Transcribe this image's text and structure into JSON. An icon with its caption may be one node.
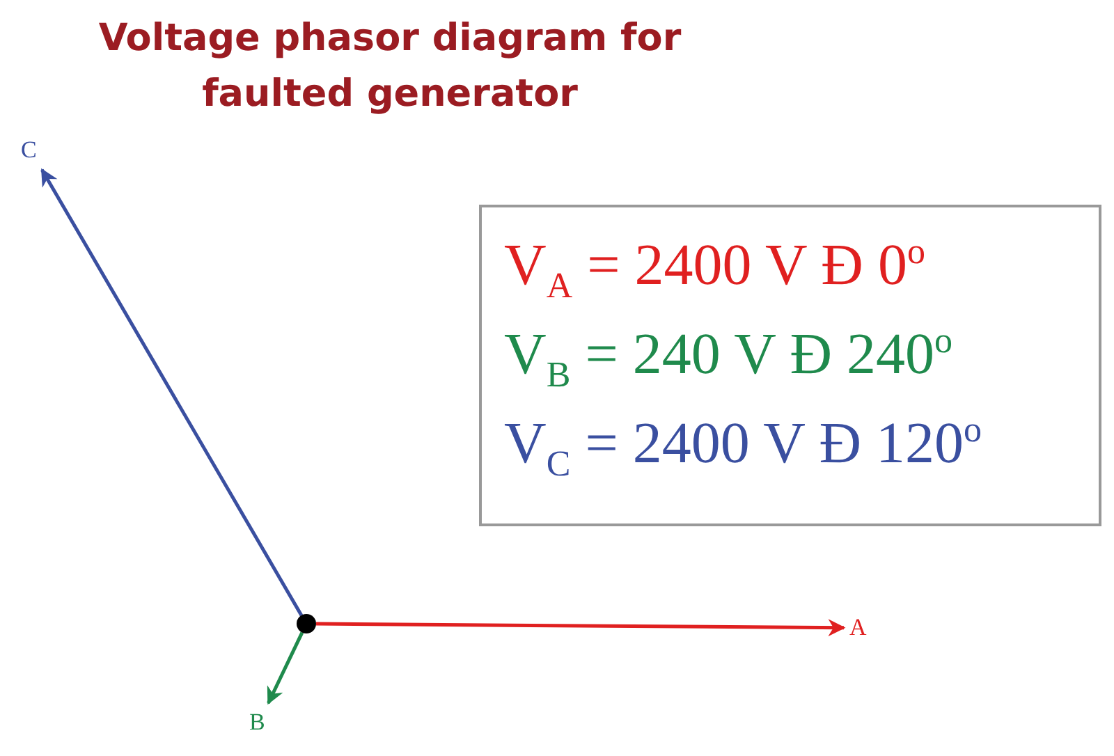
{
  "diagram": {
    "title": "Voltage phasor diagram for faulted generator",
    "nodes": [
      {
        "text": [],
        "shape": "circle"
      },
      {
        "text": [
          "C"
        ]
      },
      {
        "text": [
          "V$_{A}$ = 2400 V Đ 0$^{o}$",
          "V$_{B}$ = 240 V Đ 240$^{o}$",
          "V$_{C}$ = 2400 V Đ 120$^{o}$"
        ]
      },
      {
        "text": [
          "A"
        ]
      },
      {
        "text": [
          "B"
        ]
      }
    ],
    "edges": [
      {
        "from": 0,
        "to": 1,
        "arrow": "to",
        "color": "#3a4fa0"
      },
      {
        "from": 0,
        "to": 3,
        "arrow": "to",
        "color": "#e02020"
      },
      {
        "from": 0,
        "to": 4,
        "arrow": "to",
        "color": "#1f8a4c"
      }
    ]
  }
}
